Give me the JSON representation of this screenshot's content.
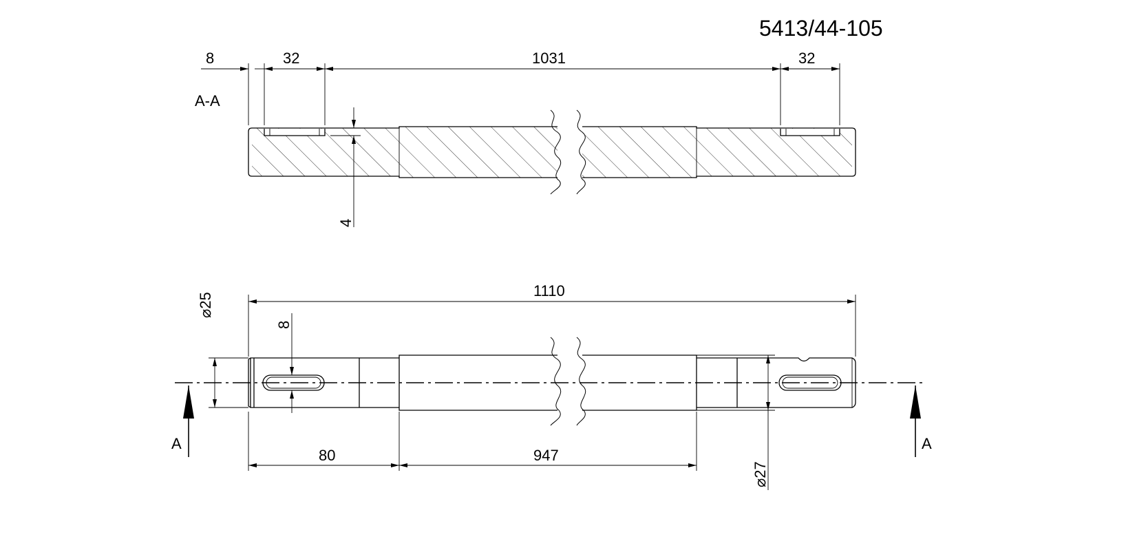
{
  "drawing_number": "5413/44-105",
  "section_label": "A-A",
  "section_view": {
    "dims": {
      "left_offset": "8",
      "left_keyway": "32",
      "span": "1031",
      "right_keyway": "32",
      "keyway_depth": "4"
    }
  },
  "front_view": {
    "dims": {
      "total_length": "1110",
      "left_diameter": "⌀25",
      "keyway_width": "8",
      "left_step": "80",
      "middle_length": "947",
      "right_diameter": "⌀27"
    },
    "cut_markers": {
      "left": "A",
      "right": "A"
    }
  }
}
